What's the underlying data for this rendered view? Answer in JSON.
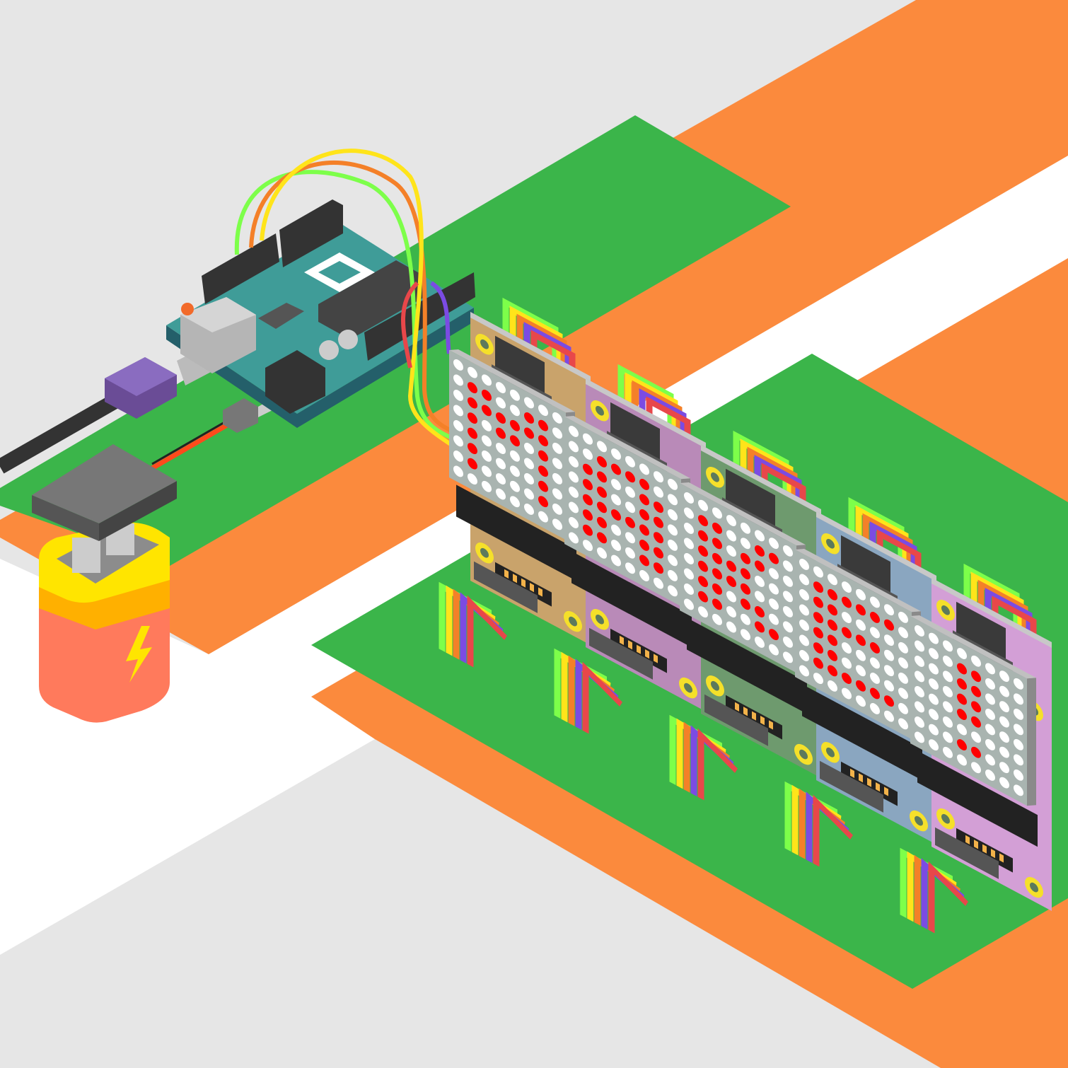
{
  "scene": {
    "colors": {
      "background": "#e6e6e6",
      "road": "#ffffff",
      "orange": "#fb8a3d",
      "green": "#3bb54a",
      "board_teal": "#3f9c98",
      "led_on": "#ff0000",
      "led_off": "#ffffff",
      "matrix_face": "#a9b4b0",
      "battery_body": "#ff7a5c",
      "battery_band": "#ffe500",
      "battery_ring": "#ffb000",
      "plug_purple": "#7a5ba8"
    },
    "wire_colors": [
      "#7dff4a",
      "#ffe41a",
      "#f48028",
      "#7b4be3",
      "#e8474a"
    ],
    "battery_icon": "lightning-bolt-icon",
    "modules": [
      {
        "board_color": "#c9a36b",
        "pattern": [
          "00000000",
          "01100110",
          "01111110",
          "01011010",
          "01000010",
          "01000010",
          "01000010",
          "00000000"
        ]
      },
      {
        "board_color": "#b98ab8",
        "pattern": [
          "00000000",
          "00111100",
          "01100110",
          "01100110",
          "01111110",
          "01100110",
          "01100110",
          "00000000"
        ]
      },
      {
        "board_color": "#6e9a6e",
        "pattern": [
          "00000000",
          "01100110",
          "01101100",
          "01111000",
          "01111000",
          "01101100",
          "01100110",
          "00000000"
        ]
      },
      {
        "board_color": "#8aa6c0",
        "pattern": [
          "00000000",
          "01111110",
          "01100000",
          "01111100",
          "01100000",
          "01100000",
          "01111110",
          "00000000"
        ]
      },
      {
        "board_color": "#d39fd6",
        "pattern": [
          "00000000",
          "00011000",
          "00011000",
          "00011000",
          "00011000",
          "00000000",
          "00011000",
          "00000000"
        ]
      }
    ]
  }
}
